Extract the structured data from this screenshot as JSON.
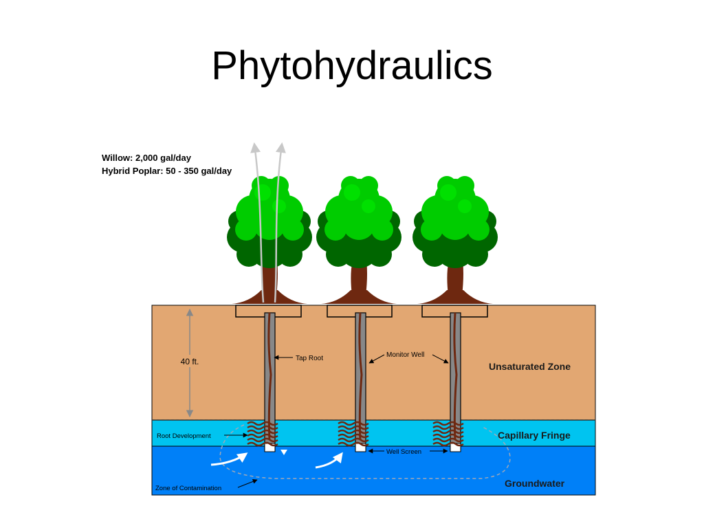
{
  "slide": {
    "title": "Phytohydraulics"
  },
  "rates": {
    "willow": "Willow:  2,000 gal/day",
    "poplar": "Hybrid Poplar:  50 - 350 gal/day"
  },
  "zones": {
    "unsaturated": "Unsaturated Zone",
    "capillary": "Capillary Fringe",
    "groundwater": "Groundwater"
  },
  "labels": {
    "depth": "40 ft.",
    "tap_root": "Tap Root",
    "monitor_well": "Monitor Well",
    "root_development": "Root Development",
    "well_screen": "Well Screen",
    "zone_of_contamination": "Zone of Contamination"
  },
  "colors": {
    "unsaturated": "#e2a772",
    "capillary": "#00c4f0",
    "groundwater": "#0080f8",
    "foliage": "#00cc00",
    "foliage_dark": "#006600",
    "trunk": "#6e2810",
    "well": "#888888"
  }
}
